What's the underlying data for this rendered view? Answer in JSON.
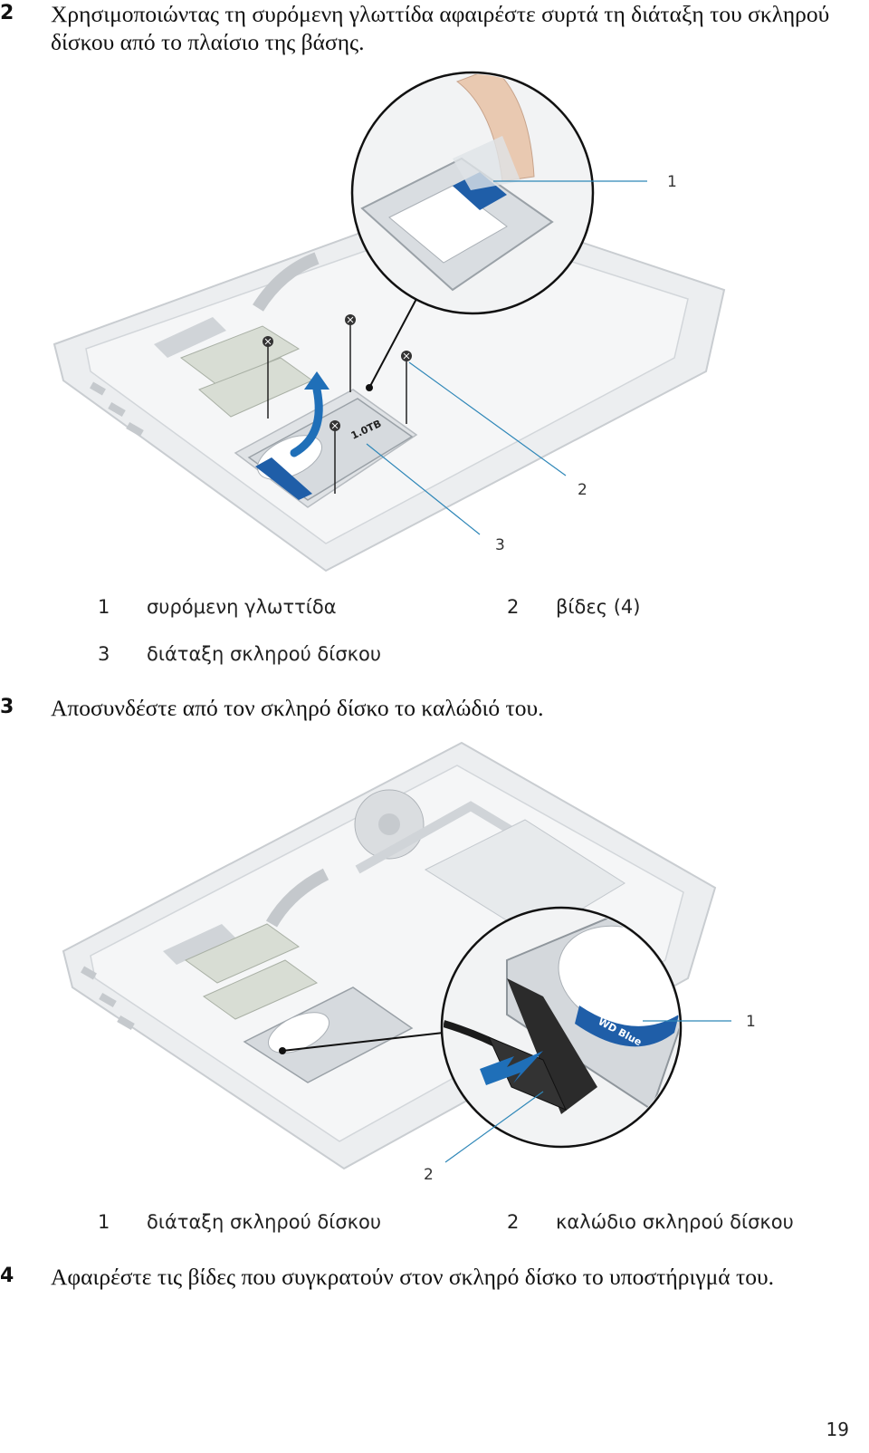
{
  "steps": [
    {
      "number": "2",
      "text": "Χρησιμοποιώντας τη συρόμενη γλωττίδα αφαιρέστε συρτά τη διάταξη του σκληρού δίσκου από το πλαίσιο της βάσης."
    },
    {
      "number": "3",
      "text": "Αποσυνδέστε από τον σκληρό δίσκο το καλώδιό του."
    },
    {
      "number": "4",
      "text": "Αφαιρέστε τις βίδες που συγκρατούν στον σκληρό δίσκο το υποστήριγμά του."
    }
  ],
  "figure1": {
    "callouts": [
      "1",
      "2",
      "3"
    ],
    "legend": [
      {
        "num": "1",
        "label": "συρόμενη γλωττίδα"
      },
      {
        "num": "2",
        "label": "βίδες (4)"
      },
      {
        "num": "3",
        "label": "διάταξη σκληρού δίσκου"
      }
    ],
    "drive_label": "1.0TB"
  },
  "figure2": {
    "callouts": [
      "1",
      "2"
    ],
    "legend": [
      {
        "num": "1",
        "label": "διάταξη σκληρού δίσκου"
      },
      {
        "num": "2",
        "label": "καλώδιο σκληρού δίσκου"
      }
    ],
    "drive_label": "WD Blue"
  },
  "page_number": "19",
  "colors": {
    "callout_line": "#2f87b8",
    "drive_blue": "#1f5ea8",
    "chassis": "#e6e8ea"
  }
}
